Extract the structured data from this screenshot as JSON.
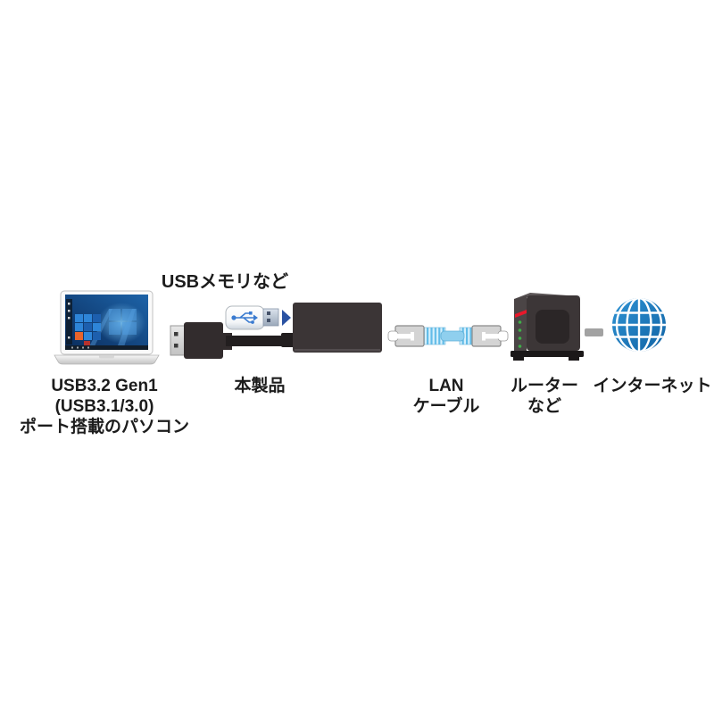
{
  "labels": {
    "pc": [
      "USB3.2 Gen1",
      "(USB3.1/3.0)",
      "ポート搭載のパソコン"
    ],
    "usb_memory": "USBメモリなど",
    "product": "本製品",
    "lan_cable": [
      "LAN",
      "ケーブル"
    ],
    "router": [
      "ルーター",
      "など"
    ],
    "internet": "インターネット"
  },
  "icons": {
    "laptop": "windows-laptop",
    "usb_memory": "usb-flash-drive",
    "arrow": "blue-right-arrow",
    "product": "usb-lan-adapter",
    "lan_cable": "lan-cable",
    "router": "wireless-router",
    "connection": "gray-dash",
    "internet": "globe"
  },
  "colors": {
    "background": "#ffffff",
    "label_text": "#1c1c1c",
    "arrow_blue": "#2a52a2",
    "device_dark": "#3b3536",
    "cable_black": "#221e1f",
    "lan_cable_blue": "#8fcfee",
    "lan_boot_stripe": "#62bce8",
    "router_body": "#3c3637",
    "router_stripe_red": "#e8182b",
    "router_led_green": "#3fae49",
    "globe_blue": "#1f7fc2",
    "dash_gray": "#a2a2a2",
    "usb_logo_blue": "#3a7bd0",
    "windows_wallpaper_blue": "#1d63a8"
  }
}
